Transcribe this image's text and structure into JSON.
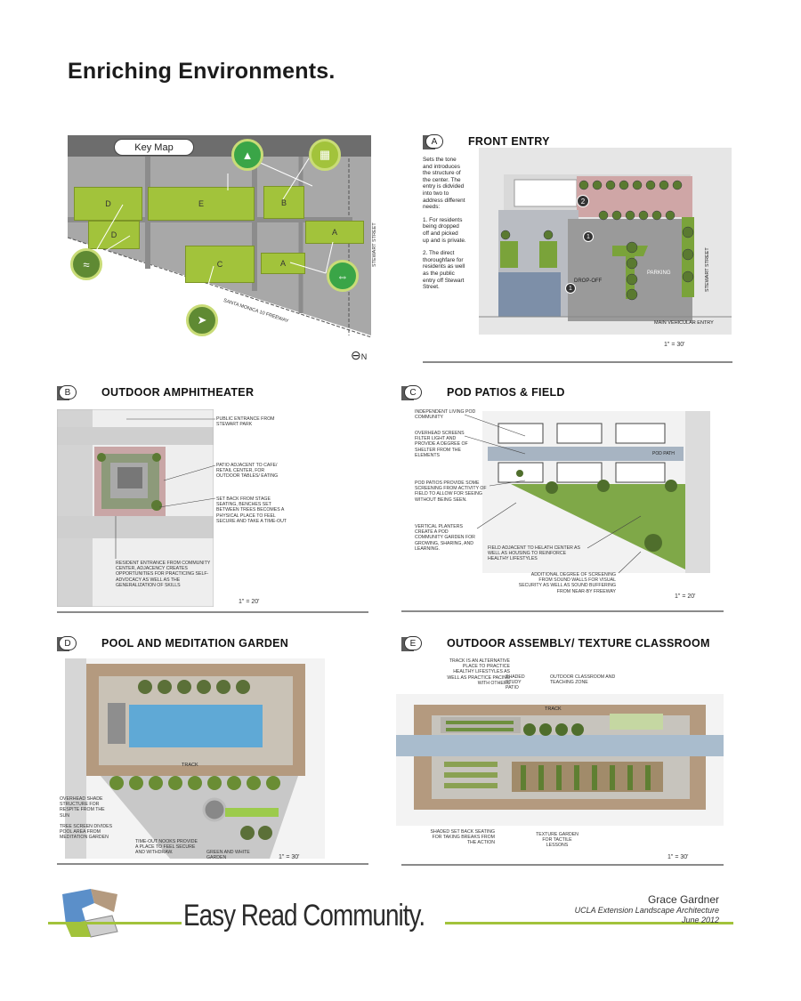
{
  "page_title": "Enriching Environments.",
  "key_map": {
    "label": "Key Map",
    "zones": [
      "D",
      "D",
      "E",
      "B",
      "A",
      "C",
      "A"
    ],
    "streets": [
      "STEWART STREET",
      "SANTA MONICA 10 FREEWAY"
    ],
    "north_label": "N"
  },
  "panel_a": {
    "letter": "A",
    "title": "FRONT ENTRY",
    "description": [
      "Sets the tone",
      "and introduces",
      "the structure of",
      "the center.  The",
      "entry is didvided",
      "into two to",
      "address different",
      "needs:",
      "",
      "1. For residents",
      "being dropped",
      "off and picked",
      "up and is private.",
      "",
      "2. The direct",
      "thoroughfare for",
      "residents as well",
      "as the public",
      "entry off Stewart",
      "Street."
    ],
    "labels": {
      "drop_off": "DROP-OFF",
      "parking": "PARKING",
      "street": "STEWART STREET",
      "main_entry": "MAIN VEHICULAR ENTRY",
      "marker_1": "1",
      "marker_2": "2"
    },
    "scale": "1\" = 30'"
  },
  "panel_b": {
    "letter": "B",
    "title": "OUTDOOR AMPHITHEATER",
    "notes": {
      "public_entrance": "PUBLIC ENTRANCE FROM STEWART PARK",
      "patio": "PATIO ADJACENT TO CAFE/ RETAIL CENTER, FOR OUTDOOR TABLES/ EATING",
      "set_back": "SET BACK FROM STAGE SEATING, BENCHES SET BETWEEN TREES BECOMES A PHYSICAL PLACE TO FEEL SECURE AND TAKE A TIME-OUT",
      "resident_entrance": "RESIDENT ENTRANCE FROM COMMUNITY CENTER, ADJACENCY CREATES OPPORTUNITIES FOR PRACTICING SELF-ADVOCACY AS WELL AS THE GENERALIZATION OF SKILLS"
    },
    "scale": "1\" = 20'"
  },
  "panel_c": {
    "letter": "C",
    "title": "POD PATIOS & FIELD",
    "notes": {
      "independent": "INDEPENDENT LIVING POD COMMUNITY",
      "screens": "OVERHEAD SCREENS FILTER LIGHT AND PROVIDE A DEGREE OF SHELTER FROM THE ELEMENTS",
      "pod_patios": "POD PATIOS PROVIDE SOME SCREENING FROM ACTIVITY OF FIELD TO ALLOW FOR SEEING WITHOUT BEING SEEN.",
      "planters": "VERTICAL PLANTERS CREATE A POD COMMUNITY GARDEN FOR GROWING, SHARING, AND LEARNING.",
      "field": "FIELD ADJACENT TO HELATH CENTER AS WELL AS HOUSING TO REINFORCE HEALTHY LIFESTYLES",
      "additional": "ADDITIONAL DEGREE OF SCREENING FROM SOUND WALLS FOR VISUAL SECURITY AS WELL AS SOUND BUFFERING FROM NEAR-BY FREEWAY",
      "pod_path": "POD PATH"
    },
    "scale": "1\" = 20'"
  },
  "panel_d": {
    "letter": "D",
    "title": "POOL AND MEDITATION GARDEN",
    "notes": {
      "overhead": "OVERHEAD SHADE STRUCTURE FOR RESPITE FROM THE SUN",
      "tree_screen": "TREE SCREEN DIVIDES POOL AREA FROM MEDITATION GARDEN",
      "time_out": "TIME-OUT NOOKS PROVIDE A PLACE TO FEEL SECURE AND WITHDRAW.",
      "green_white": "GREEN AND WHITE GARDEN",
      "track": "TRACK"
    },
    "scale": "1\" = 30'"
  },
  "panel_e": {
    "letter": "E",
    "title": "OUTDOOR ASSEMBLY/ TEXTURE CLASSROOM",
    "notes": {
      "track_note": "TRACK IS AN ALTERNATIVE PLACE TO PRACTICE HEALTHY LIFESTYLES AS WELL AS PRACTICE PACING WITH OTHERS",
      "shaded_patio": "SHADED STUDY PATIO",
      "classroom": "OUTDOOR CLASSROOM AND TEACHING ZONE",
      "shaded_seating": "SHADED SET BACK SEATING FOR TAKING BREAKS FROM THE ACTION",
      "texture_garden": "TEXTURE GARDEN FOR TACTILE LESSONS",
      "track": "TRACK"
    },
    "scale": "1\" = 30'"
  },
  "footer": {
    "title": "Easy Read Community.",
    "author": "Grace Gardner",
    "program": "UCLA Extension Landscape Architecture",
    "date": "June 2012"
  },
  "colors": {
    "accent_green": "#a2c33b",
    "icon_green": "#3aa547",
    "map_gray": "#a7a7a7",
    "paving_tan": "#b49a7f"
  },
  "icons": [
    "trees-people-icon",
    "building-icon",
    "swimmer-icon",
    "runner-icon",
    "arrows-icon",
    "north-arrow-icon"
  ]
}
